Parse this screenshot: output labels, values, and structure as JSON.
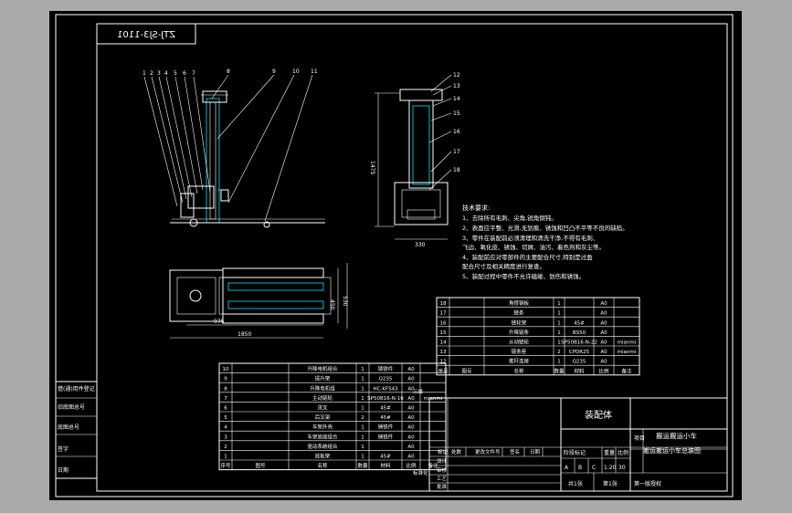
{
  "drawing_no": "ZTJ-SJ3-1101",
  "balloons_front": [
    "1",
    "2",
    "3",
    "4",
    "5",
    "6",
    "7",
    "8",
    "9",
    "10",
    "11"
  ],
  "balloons_side": [
    "12",
    "13",
    "14",
    "15",
    "16",
    "17",
    "18"
  ],
  "dims": {
    "height": "1475",
    "width_side": "330",
    "length": "1850",
    "plan_width": "530",
    "inner": "450",
    "plan_offset": "975"
  },
  "tech_title": "技术要求:",
  "tech_notes": [
    "1、去除所有毛刺、尖角,锐角倒钝。",
    "2、表面应平整、光滑,无划痕、锈蚀和凹凸不平等不良的缺陷。",
    "3、零件在装配前必须清理和清洗干净,不得有毛刺、",
    "飞边、氧化皮、锈蚀、切屑、油污、着色剂和灰尘等。",
    "4、装配前应对零部件的主要配合尺寸,特别是过盈",
    "配合尺寸及相关精度进行复查。",
    "5、装配过程中零件不允许磕碰、划伤和锈蚀。"
  ],
  "bom_upper": [
    {
      "no": "18",
      "name": "角撑钢板",
      "qty": "1",
      "mat": "",
      "scale": "A0",
      "note": ""
    },
    {
      "no": "17",
      "name": "链条",
      "qty": "1",
      "mat": "",
      "scale": "A0",
      "note": ""
    },
    {
      "no": "16",
      "name": "链轮架",
      "qty": "1",
      "mat": "45#",
      "scale": "A0",
      "note": ""
    },
    {
      "no": "15",
      "name": "升降链条",
      "qty": "1",
      "mat": "BS50",
      "scale": "A0",
      "note": ""
    },
    {
      "no": "14",
      "name": "从动链轮",
      "qty": "1",
      "mat": "SP50B16-N-22",
      "scale": "A0",
      "note": "mianmi"
    },
    {
      "no": "13",
      "name": "链条座",
      "qty": "2",
      "mat": "CPDR25",
      "scale": "A0",
      "note": "mianmi"
    },
    {
      "no": "12",
      "name": "推杆连接",
      "qty": "1",
      "mat": "Q235",
      "scale": "A0",
      "note": ""
    }
  ],
  "bom_upper_header": [
    "序号",
    "图号",
    "名称",
    "数量",
    "材料",
    "比例",
    "备注"
  ],
  "bom_lower": [
    {
      "no": "10",
      "name": "升降电机组合",
      "qty": "1",
      "mat": "铸铁件",
      "scale": "A0",
      "note": ""
    },
    {
      "no": "9",
      "name": "提升架",
      "qty": "1",
      "mat": "Q235",
      "scale": "A0",
      "note": ""
    },
    {
      "no": "8",
      "name": "升降电机组",
      "qty": "1",
      "mat": "HC-KFS43",
      "scale": "A0",
      "note": ""
    },
    {
      "no": "7",
      "name": "主动链轮",
      "qty": "1",
      "mat": "SP50B16-N-16",
      "scale": "A0",
      "note": "mianmi"
    },
    {
      "no": "6",
      "name": "货叉",
      "qty": "1",
      "mat": "45#",
      "scale": "A0",
      "note": ""
    },
    {
      "no": "5",
      "name": "后叉架",
      "qty": "2",
      "mat": "45#",
      "scale": "A0",
      "note": ""
    },
    {
      "no": "4",
      "name": "车架外壳",
      "qty": "1",
      "mat": "铸铁件",
      "scale": "A0",
      "note": ""
    },
    {
      "no": "3",
      "name": "车架底座组合",
      "qty": "1",
      "mat": "铸铁件",
      "scale": "A0",
      "note": ""
    },
    {
      "no": "2",
      "name": "驱动系统组合",
      "qty": "1",
      "mat": "",
      "scale": "A0",
      "note": ""
    },
    {
      "no": "1",
      "name": "底板架",
      "qty": "1",
      "mat": "45#",
      "scale": "A0",
      "note": ""
    }
  ],
  "bom_lower_header": [
    "序号",
    "图号",
    "名称",
    "数量",
    "材料",
    "比例",
    "备注"
  ],
  "side_labels": [
    "借(通)用件登记",
    "旧底图总号",
    "底图总号",
    "签字",
    "日期"
  ],
  "title_block": {
    "assembly": "装配体",
    "project_label": "项目",
    "project_name": "搬运搬运小车",
    "drawing_title": "搬运搬运小车总装图",
    "stage_label": "阶段标记",
    "weight_label": "重量",
    "scale_label": "比例",
    "stage_marks": [
      "A",
      "B",
      "C"
    ],
    "scale_value": "1:20",
    "scale_mark": "30",
    "sheet_total": "共1张",
    "sheet_no": "第1张",
    "version": "第一版授权",
    "rev_headers": [
      "标记",
      "处数",
      "更改文件号",
      "签名",
      "日期"
    ],
    "role_rows": [
      "设计",
      "审核",
      "工艺",
      "批准"
    ],
    "prev_upper": [
      "三维",
      "",
      "图号"
    ],
    "extra_col": [
      "标准化",
      "",
      "",
      "",
      "",
      "签字"
    ],
    "misc": [
      "mianmi"
    ]
  }
}
